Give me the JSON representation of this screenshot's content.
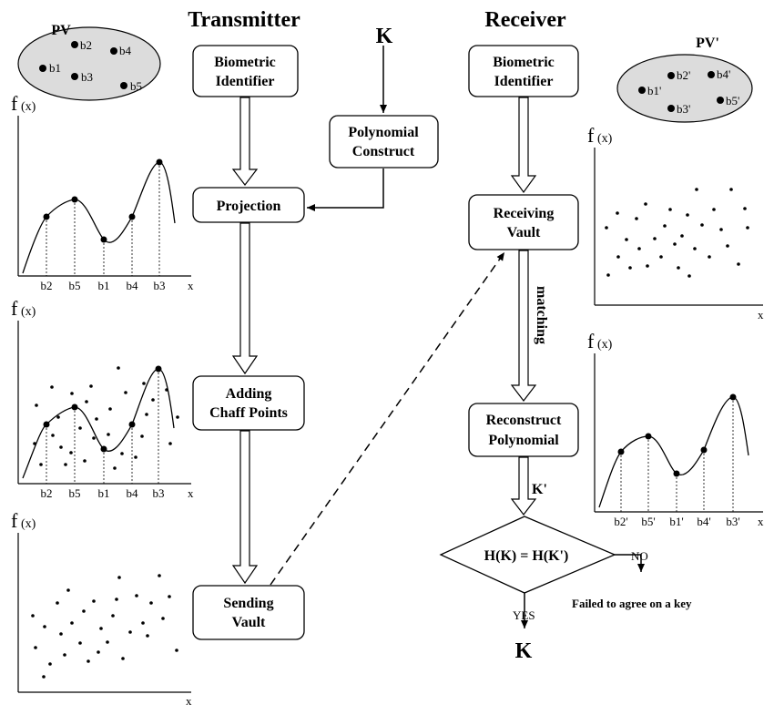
{
  "headers": {
    "transmitter": "Transmitter",
    "receiver": "Receiver",
    "key": "K"
  },
  "transmitter_boxes": {
    "biometric_1": "Biometric",
    "biometric_2": "Identifier",
    "poly_1": "Polynomial",
    "poly_2": "Construct",
    "projection": "Projection",
    "chaff_1": "Adding",
    "chaff_2": "Chaff Points",
    "send_1": "Sending",
    "send_2": "Vault"
  },
  "receiver_boxes": {
    "biometric_1": "Biometric",
    "biometric_2": "Identifier",
    "recv_1": "Receiving",
    "recv_2": "Vault",
    "recon_1": "Reconstruct",
    "recon_2": "Polynomial",
    "decision": "H(K) = H(K')"
  },
  "flow_labels": {
    "matching": "matching",
    "k_prime": "K'",
    "no": "NO",
    "yes": "YES",
    "failed": "Failed to agree on a key",
    "final_key": "K"
  },
  "pv": {
    "title": "PV",
    "points": [
      "b1",
      "b2",
      "b3",
      "b4",
      "b5"
    ]
  },
  "pv_prime": {
    "title": "PV'",
    "points": [
      "b1'",
      "b2'",
      "b3'",
      "b4'",
      "b5'"
    ]
  },
  "plots": {
    "y_label_f": "f",
    "y_label_x": "(x)",
    "x_label": "x",
    "ticks_tx": [
      "b2",
      "b5",
      "b1",
      "b4",
      "b3"
    ],
    "ticks_rx": [
      "b2'",
      "b5'",
      "b1'",
      "b4'",
      "b3'"
    ]
  },
  "colors": {
    "line": "#000000",
    "ellipse_fill": "#dcdcdc",
    "box_fill": "#ffffff"
  }
}
